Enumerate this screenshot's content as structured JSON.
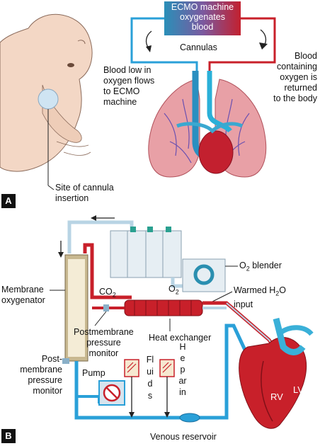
{
  "panel_a": {
    "tag": "A",
    "machine_line1": "ECMO machine",
    "machine_line2": "oxygenates",
    "machine_line3": "blood",
    "cannulas": "Cannulas",
    "low_oxygen": [
      "Blood low in",
      "oxygen flows",
      "to ECMO",
      "machine"
    ],
    "returned": [
      "Blood",
      "containing",
      "oxygen is",
      "returned",
      "to the body"
    ],
    "insertion": [
      "Site of cannula",
      "insertion"
    ]
  },
  "panel_b": {
    "tag": "B",
    "membrane_oxygenator": [
      "Membrane",
      "oxygenator"
    ],
    "co2": "CO",
    "co2_sub": "2",
    "o2": "O",
    "o2_sub": "2",
    "o2_blender_pre": "O",
    "o2_blender_sub": "2",
    "o2_blender_post": " blender",
    "warmed_pre": "Warmed H",
    "warmed_sub": "2",
    "warmed_post": "O",
    "warmed_line2": "input",
    "postmembrane_monitor": [
      "Postmembrane",
      "pressure",
      "monitor"
    ],
    "heat_exchanger": "Heat exchanger",
    "post_membrane_left": [
      "Post-",
      "membrane",
      "pressure",
      "monitor"
    ],
    "pump": "Pump",
    "fluids": "Fluids",
    "heparin": "Heparin",
    "rv": "RV",
    "lv": "LV",
    "venous_reservoir": "Venous reservoir"
  },
  "colors": {
    "venous_blue": "#2aa0d8",
    "arterial_red": "#c8202a",
    "machine_teal": "#2f8fb0",
    "machine_red": "#c3202f",
    "lung_pink": "#e89aa0"
  }
}
